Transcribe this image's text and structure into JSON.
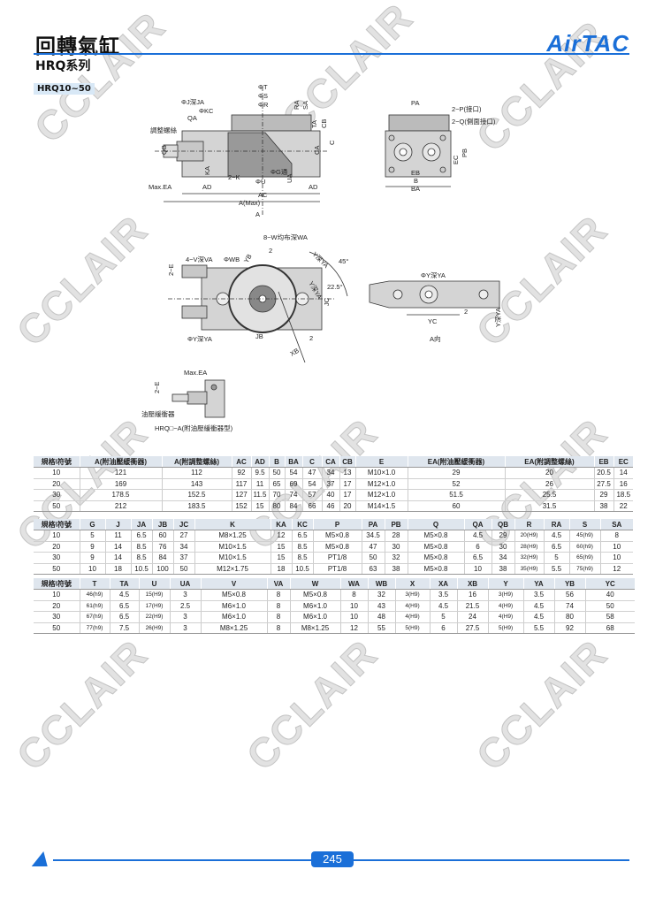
{
  "header": {
    "title": "回轉氣缸",
    "logo": "AirTAC",
    "series": "HRQ系列",
    "model_range": "HRQ10~50"
  },
  "watermark": "CCLAIR",
  "colors": {
    "accent": "#1a6fd8",
    "table_header": "#dfe6ee"
  },
  "diagram": {
    "front": [
      "ΦT",
      "ΦS",
      "ΦR",
      "ΦJ深JA",
      "ΦKC",
      "QA",
      "調整螺絲",
      "QB",
      "RA",
      "SA",
      "TA",
      "CB",
      "CA",
      "C",
      "KA",
      "2−K",
      "ΦG通",
      "ΦU",
      "UA",
      "Max.EA",
      "AD",
      "AD",
      "AC",
      "A(Max)",
      "A"
    ],
    "side": [
      "PA",
      "2−P(接口)",
      "2−Q(側面接口)",
      "EC",
      "PB",
      "EB",
      "B",
      "BA"
    ],
    "top": [
      "8−W均布深WA",
      "4−V深VA",
      "ΦWB",
      "YB",
      "2",
      "Y深YA",
      "45°",
      "Y深YA",
      "22.5°",
      "JC",
      "2−E",
      "ΦY深YA",
      "JB",
      "2",
      "XB"
    ],
    "a_view": [
      "ΦY深YA",
      "2",
      "YC",
      "Y深YA",
      "A向"
    ],
    "shock": [
      "Max.EA",
      "2−E",
      "油壓緩衝器",
      "HRQ□−A(附油壓緩衝器型)"
    ]
  },
  "table1": {
    "headers": [
      "規格\\符號",
      "A(附油壓緩衝器)",
      "A(附調整螺絲)",
      "AC",
      "AD",
      "B",
      "BA",
      "C",
      "CA",
      "CB",
      "E",
      "EA(附油壓緩衝器)",
      "EA(附調整螺絲)",
      "EB",
      "EC"
    ],
    "rows": [
      [
        "10",
        "121",
        "112",
        "92",
        "9.5",
        "50",
        "54",
        "47",
        "34",
        "13",
        "M10×1.0",
        "29",
        "20",
        "20.5",
        "14"
      ],
      [
        "20",
        "169",
        "143",
        "117",
        "11",
        "65",
        "69",
        "54",
        "37",
        "17",
        "M12×1.0",
        "52",
        "26",
        "27.5",
        "16"
      ],
      [
        "30",
        "178.5",
        "152.5",
        "127",
        "11.5",
        "70",
        "74",
        "57",
        "40",
        "17",
        "M12×1.0",
        "51.5",
        "25.5",
        "29",
        "18.5"
      ],
      [
        "50",
        "212",
        "183.5",
        "152",
        "15",
        "80",
        "84",
        "66",
        "46",
        "20",
        "M14×1.5",
        "60",
        "31.5",
        "38",
        "22"
      ]
    ]
  },
  "table2": {
    "headers": [
      "規格\\符號",
      "G",
      "J",
      "JA",
      "JB",
      "JC",
      "K",
      "KA",
      "KC",
      "P",
      "PA",
      "PB",
      "Q",
      "QA",
      "QB",
      "R",
      "RA",
      "S",
      "SA"
    ],
    "rows": [
      [
        "10",
        "5",
        "11",
        "6.5",
        "60",
        "27",
        "M8×1.25",
        "12",
        "6.5",
        "M5×0.8",
        "34.5",
        "28",
        "M5×0.8",
        "4.5",
        "29",
        "20(H9)",
        "4.5",
        "45(h9)",
        "8"
      ],
      [
        "20",
        "9",
        "14",
        "8.5",
        "76",
        "34",
        "M10×1.5",
        "15",
        "8.5",
        "M5×0.8",
        "47",
        "30",
        "M5×0.8",
        "6",
        "30",
        "28(H9)",
        "6.5",
        "60(h9)",
        "10"
      ],
      [
        "30",
        "9",
        "14",
        "8.5",
        "84",
        "37",
        "M10×1.5",
        "15",
        "8.5",
        "PT1/8",
        "50",
        "32",
        "M5×0.8",
        "6.5",
        "34",
        "32(H9)",
        "5",
        "65(h9)",
        "10"
      ],
      [
        "50",
        "10",
        "18",
        "10.5",
        "100",
        "50",
        "M12×1.75",
        "18",
        "10.5",
        "PT1/8",
        "63",
        "38",
        "M5×0.8",
        "10",
        "38",
        "35(H9)",
        "5.5",
        "75(h9)",
        "12"
      ]
    ]
  },
  "table3": {
    "headers": [
      "規格\\符號",
      "T",
      "TA",
      "U",
      "UA",
      "V",
      "VA",
      "W",
      "WA",
      "WB",
      "X",
      "XA",
      "XB",
      "Y",
      "YA",
      "YB",
      "YC"
    ],
    "rows": [
      [
        "10",
        "46(h9)",
        "4.5",
        "15(H9)",
        "3",
        "M5×0.8",
        "8",
        "M5×0.8",
        "8",
        "32",
        "3(H9)",
        "3.5",
        "16",
        "3(H9)",
        "3.5",
        "56",
        "40"
      ],
      [
        "20",
        "61(h9)",
        "6.5",
        "17(H9)",
        "2.5",
        "M6×1.0",
        "8",
        "M6×1.0",
        "10",
        "43",
        "4(H9)",
        "4.5",
        "21.5",
        "4(H9)",
        "4.5",
        "74",
        "50"
      ],
      [
        "30",
        "67(h9)",
        "6.5",
        "22(H9)",
        "3",
        "M6×1.0",
        "8",
        "M6×1.0",
        "10",
        "48",
        "4(H9)",
        "5",
        "24",
        "4(H9)",
        "4.5",
        "80",
        "58"
      ],
      [
        "50",
        "77(h9)",
        "7.5",
        "26(H9)",
        "3",
        "M8×1.25",
        "8",
        "M8×1.25",
        "12",
        "55",
        "5(H9)",
        "6",
        "27.5",
        "5(H9)",
        "5.5",
        "92",
        "68"
      ]
    ]
  },
  "footer": {
    "page_number": "245"
  }
}
